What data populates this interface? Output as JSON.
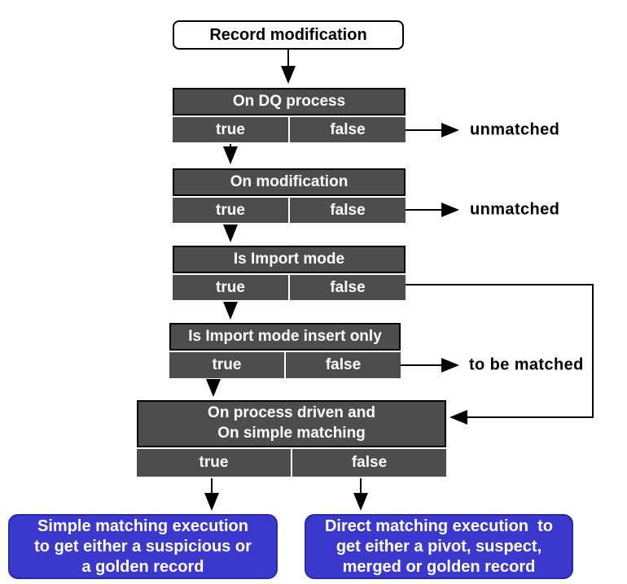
{
  "colors": {
    "decision-fill": "#4d4d4d",
    "result-fill": "#3a38cd",
    "result-border": "#2b29a6",
    "line-color": "#000000"
  },
  "flowchart": {
    "start": {
      "label": "Record modification"
    },
    "decisions": [
      {
        "title": "On DQ process",
        "true_label": "true",
        "false_label": "false"
      },
      {
        "title": "On modification",
        "true_label": "true",
        "false_label": "false"
      },
      {
        "title": "Is Import mode",
        "true_label": "true",
        "false_label": "false"
      },
      {
        "title": "Is Import mode insert only",
        "true_label": "true",
        "false_label": "false"
      },
      {
        "title": "On process driven and\nOn simple matching",
        "true_label": "true",
        "false_label": "false"
      }
    ],
    "outcome_labels": [
      {
        "text": "unmatched"
      },
      {
        "text": "unmatched"
      },
      {
        "text": "to be matched"
      }
    ],
    "results": [
      {
        "text": "Simple matching execution\nto get either a suspicious or\na golden record"
      },
      {
        "text": "Direct matching execution  to\nget either a pivot, suspect,\nmerged or golden record"
      }
    ]
  }
}
